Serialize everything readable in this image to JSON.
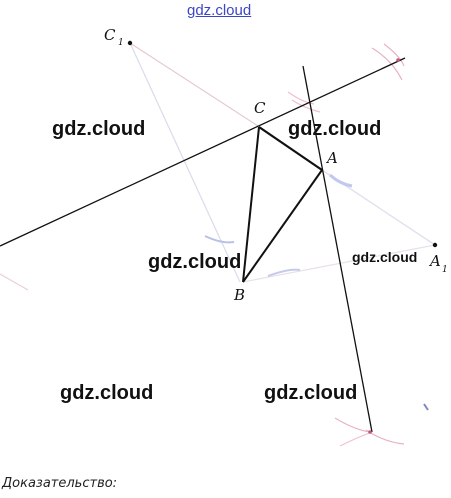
{
  "watermark_text": "gdz.cloud",
  "caption": "Доказательство:",
  "points": {
    "A": "A",
    "B": "B",
    "C": "C",
    "A1": "A",
    "A1_sub": "1",
    "C1": "C",
    "C1_sub": "1"
  }
}
